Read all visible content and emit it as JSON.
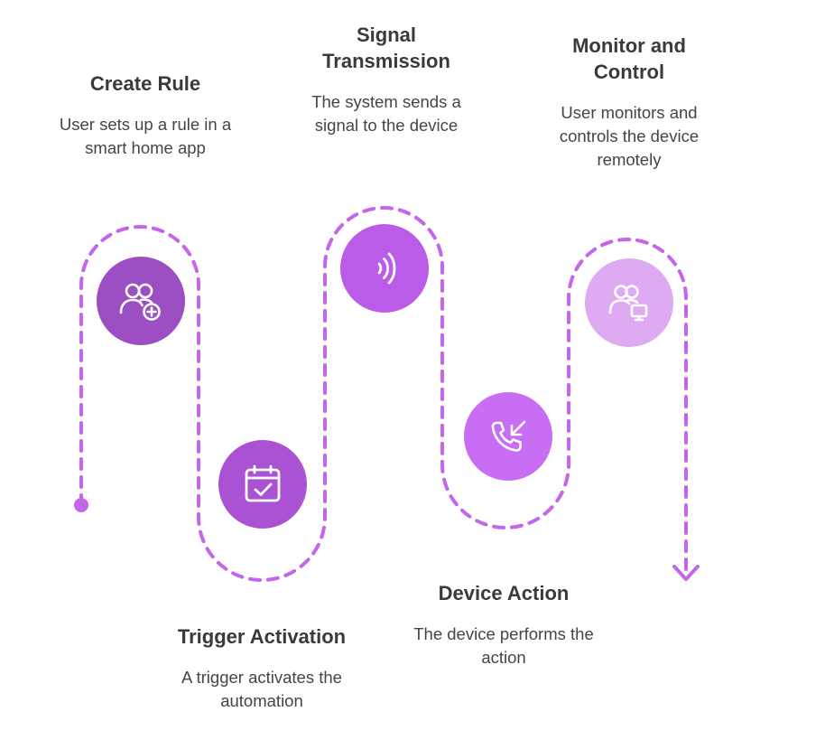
{
  "colors": {
    "path": "#c466e8",
    "step1": "#9b4fc2",
    "step2": "#a952d4",
    "step3": "#bb5ce8",
    "step4": "#c86df4",
    "step5": "#deaaf2",
    "icon": "#ffffff"
  },
  "steps": [
    {
      "title": "Create Rule",
      "description": "User sets up a rule in a smart home app",
      "icon": "users-plus-icon"
    },
    {
      "title": "Trigger Activation",
      "description": "A trigger activates the automation",
      "icon": "calendar-check-icon"
    },
    {
      "title": "Signal Transmission",
      "description": "The system sends a signal to the device",
      "icon": "signal-waves-icon"
    },
    {
      "title": "Device Action",
      "description": "The device performs the action",
      "icon": "phone-incoming-icon"
    },
    {
      "title": "Monitor and Control",
      "description": "User monitors and controls the device remotely",
      "icon": "users-monitor-icon"
    }
  ]
}
